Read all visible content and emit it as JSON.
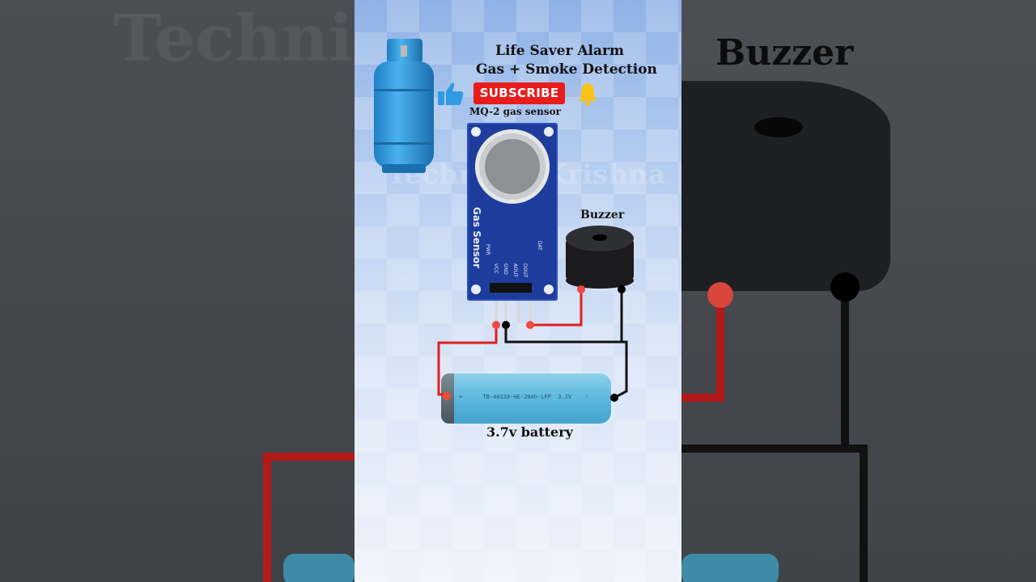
{
  "title_line1": "Life Saver Alarm",
  "title_line2": "Gas + Smoke Detection",
  "subscribe_label": "SUBSCRIBE",
  "labels": {
    "sensor": "MQ-2 gas sensor",
    "buzzer": "Buzzer",
    "battery": "3.7v battery"
  },
  "board": {
    "name": "Gas Sensor",
    "pins": [
      "VCC",
      "GND",
      "AOUT",
      "DOUT"
    ],
    "led_labels": [
      "PWR",
      "DAT"
    ]
  },
  "battery_print": "+      TB-40138-HE-20Ah-LFP  3.2V    -",
  "watermark": "Technical Krishna",
  "side_right_label": "Buzzer",
  "colors": {
    "wire_positive": "#e02020",
    "wire_ground": "#111111",
    "subscribe": "#e91c1c",
    "accent": "#3aa0e0"
  },
  "icons": [
    "gas-cylinder-icon",
    "thumbs-up-icon",
    "bell-icon"
  ]
}
